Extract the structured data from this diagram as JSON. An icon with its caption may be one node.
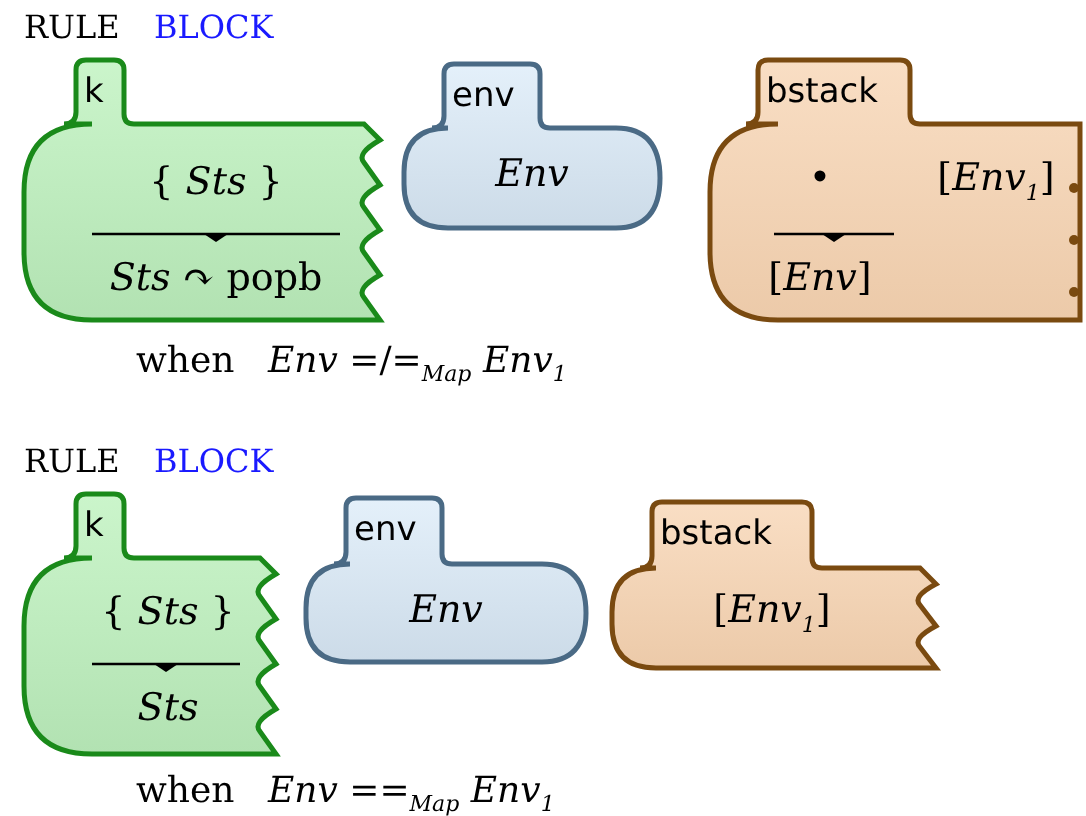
{
  "diagram": {
    "nodes": [
      {
        "text": [
          "k",
          "{ *Sts* }",
          "*Sts* ↷ popb"
        ]
      },
      {
        "text": [
          "env",
          "*Env*"
        ]
      },
      {
        "text": [
          "bstack",
          "•",
          "[*Env*]",
          "[*Env*$_{1}$]"
        ]
      },
      {
        "text": [
          "k",
          "{ *Sts* }",
          "*Sts*"
        ]
      },
      {
        "text": [
          "env",
          "*Env*"
        ]
      },
      {
        "text": [
          "bstack",
          "[*Env*$_{1}$]"
        ]
      }
    ],
    "labels": [
      "RULE",
      "BLOCK",
      "when",
      "*Env* =/=$_{Map}$ *Env*$_{1}$",
      "RULE",
      "BLOCK",
      "when",
      "*Env* ==$_{Map}$ *Env*$_{1}$"
    ]
  }
}
